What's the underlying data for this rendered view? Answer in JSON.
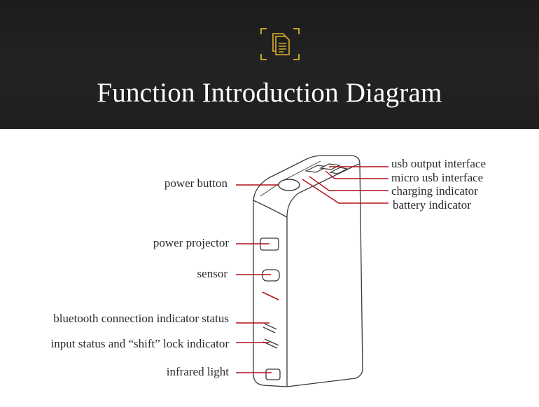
{
  "header": {
    "title": "Function Introduction Diagram",
    "icon": "document-icon",
    "accent_color": "#c9a227",
    "background_color": "#1f1f1f"
  },
  "diagram": {
    "callout_color": "#b0101a",
    "left_labels": {
      "power_button": "power button",
      "power_projector": "power projector",
      "sensor": "sensor",
      "bluetooth": "bluetooth connection indicator status",
      "input_status": "input status and “shift” lock indicator",
      "infrared": "infrared light"
    },
    "right_labels": {
      "usb_output": "usb output interface",
      "micro_usb": "micro usb interface",
      "charging": "charging indicator",
      "battery": "battery indicator"
    }
  }
}
